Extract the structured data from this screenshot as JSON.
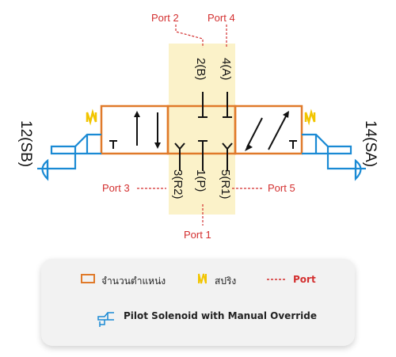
{
  "ports": {
    "top_left_tag": "Port 2",
    "top_right_tag": "Port 4",
    "left_tag": "Port 3",
    "right_tag": "Port 5",
    "bottom_tag": "Port 1",
    "p2": "2(B)",
    "p4": "4(A)",
    "p3": "3(R2)",
    "p1": "1(P)",
    "p5": "5(R1)"
  },
  "sides": {
    "left": "12(SB)",
    "right": "14(SA)"
  },
  "legend": {
    "positions": "จำนวนตำแหน่ง",
    "spring": "สปริง",
    "port": "Port",
    "solenoid": "Pilot Solenoid with Manual Override"
  },
  "colors": {
    "highlight": "#fbf2c9",
    "valve_border": "#e07a2a",
    "spring": "#f2c500",
    "solenoid": "#1a8ad4",
    "port_red": "#d32f2f"
  }
}
